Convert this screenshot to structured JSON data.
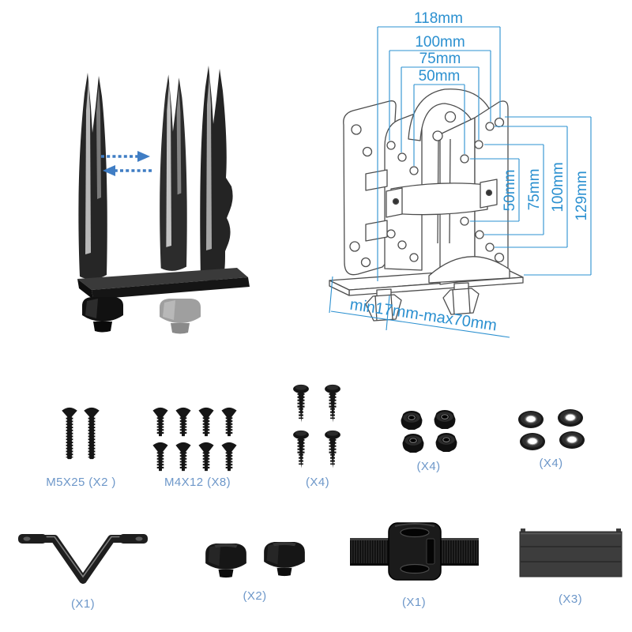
{
  "colors": {
    "dimension_blue": "#2b90d0",
    "part_label_blue": "#6d97c9",
    "arrow_blue": "#3f7dc4",
    "line_art_gray": "#4d4d4d"
  },
  "assembly_view": {
    "slide_arrows": {
      "directions": [
        "right",
        "left"
      ]
    }
  },
  "technical_drawing": {
    "width_dims": [
      "118mm",
      "100mm",
      "75mm",
      "50mm"
    ],
    "height_dims": [
      "50mm",
      "75mm",
      "100mm",
      "129mm"
    ],
    "depth_range_label": "min17mm-max70mm"
  },
  "hardware": {
    "row1": [
      {
        "id": "screw-m5x25",
        "label": "M5X25 (X2 )",
        "count": 2
      },
      {
        "id": "screw-m4x12",
        "label": "M4X12 (X8)",
        "count": 8
      },
      {
        "id": "self-tapping-screw",
        "label": "(X4)",
        "count": 4
      },
      {
        "id": "lock-nut",
        "label": "(X4)",
        "count": 4
      },
      {
        "id": "washer",
        "label": "(X4)",
        "count": 4
      }
    ],
    "row2": [
      {
        "id": "v-bracket",
        "label": "(X1)",
        "count": 1
      },
      {
        "id": "thumb-knob",
        "label": "(X2)",
        "count": 2
      },
      {
        "id": "strap",
        "label": "(X1)",
        "count": 1
      },
      {
        "id": "adhesive-pad",
        "label": "(X3)",
        "count": 3
      }
    ]
  }
}
